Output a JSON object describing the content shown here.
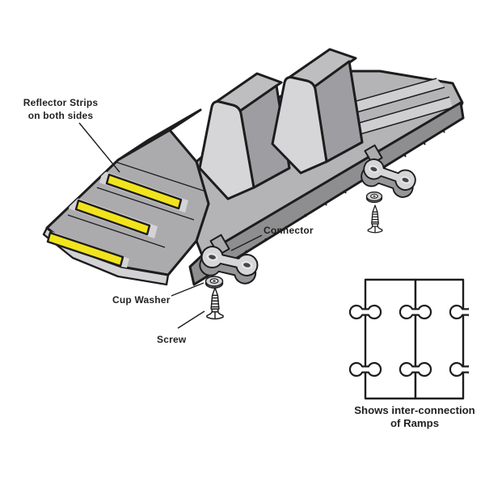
{
  "diagram": {
    "labels": {
      "reflector": {
        "line1": "Reflector Strips",
        "line2": "on both sides"
      },
      "connector": "Connector",
      "cup_washer": "Cup Washer",
      "screw": "Screw"
    },
    "caption": {
      "line1": "Shows inter-connection",
      "line2": "of Ramps"
    },
    "parts": {
      "ramp": "hose-ramp-isometric",
      "reflector_strips_visible": 3,
      "connector_assemblies": 2,
      "interconnected_ramps": 2
    },
    "colors": {
      "background": "#FFFFFF",
      "outline": "#1E1C1C",
      "text": "#231F20",
      "reflector_yellow": "#F2E41C",
      "gray_light": "#D4D4D6",
      "gray_mid": "#ABABAE",
      "gray_dark": "#8E8E91"
    }
  }
}
